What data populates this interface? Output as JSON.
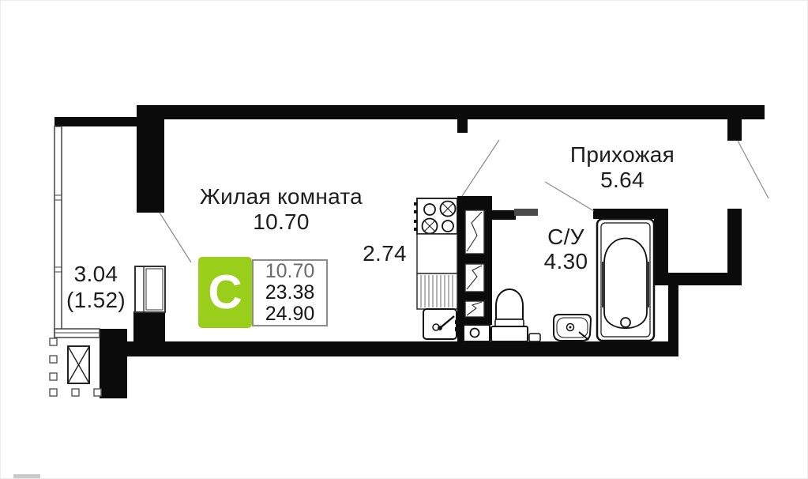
{
  "rooms": [
    {
      "name": "Жилая комната",
      "area": "10.70"
    },
    {
      "name": "Прихожая",
      "area": "5.64"
    },
    {
      "name": "С/У",
      "area": "4.30"
    }
  ],
  "dimensions": {
    "room_width": "2.74",
    "balcony_area": "3.04",
    "balcony_area_coefficient": "(1.52)"
  },
  "type_badge": {
    "letter": "С",
    "areas": [
      "10.70",
      "23.38",
      "24.90"
    ],
    "accent_color": "#99CE1A"
  },
  "fixtures": [
    "stove",
    "kitchen-counter",
    "kitchen-sink",
    "ventilation-shaft",
    "washing-machine",
    "toilet",
    "wash-basin",
    "bathtub",
    "window",
    "balcony-glazing",
    "balcony-door",
    "room-door",
    "bathroom-door",
    "entry-door"
  ]
}
